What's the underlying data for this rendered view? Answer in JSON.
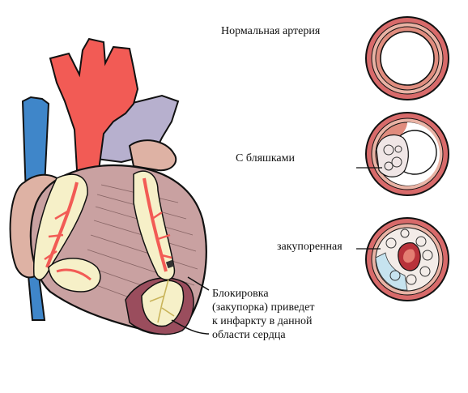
{
  "labels": {
    "normal_artery": "Нормальная артерия",
    "with_plaques": "С бляшками",
    "blocked": "закупоренная",
    "blockage_note_lines": [
      "Блокировка",
      "(закупорка) приведет",
      "к инфаркту в данной",
      "области сердца"
    ]
  },
  "colors": {
    "artery_red": "#f25b55",
    "vein_blue": "#3f86c9",
    "heart_tissue": "#c9a1a1",
    "fat_yellow": "#f6f0c8",
    "aorta_violet": "#b7b0ce",
    "artery_wall": "#d86a6a",
    "artery_wall_inner": "#e9b3a5",
    "infarct_dark": "#9a4d5d",
    "plaque_blue": "#c6e3ef"
  }
}
